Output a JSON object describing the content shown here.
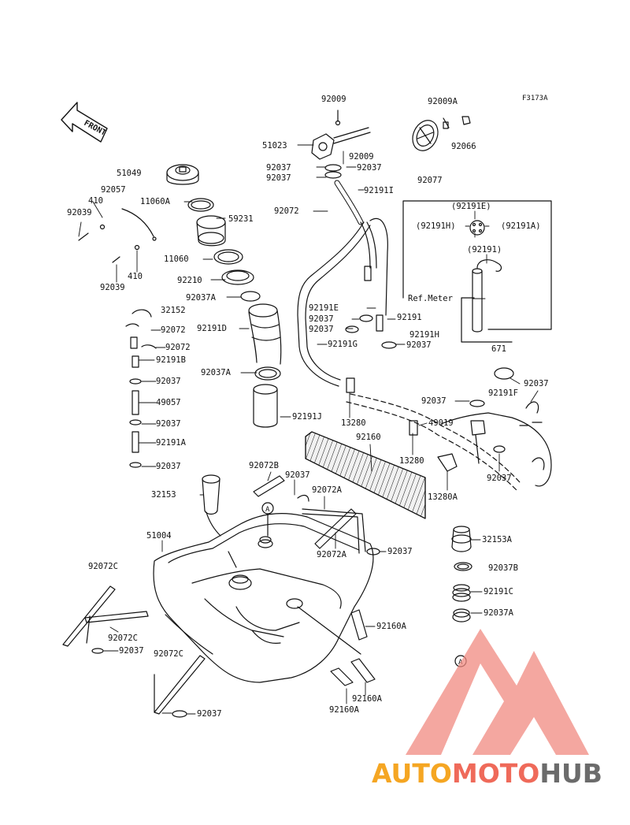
{
  "figure_code": "F3173A",
  "front_label": "FRONT",
  "ref_meter": "Ref.Meter",
  "circle_ref": "A",
  "parts": [
    {
      "id": "p01",
      "text": "92009"
    },
    {
      "id": "p02",
      "text": "92009A"
    },
    {
      "id": "p03",
      "text": "51023"
    },
    {
      "id": "p04",
      "text": "92066"
    },
    {
      "id": "p05",
      "text": "92009"
    },
    {
      "id": "p06",
      "text": "92037"
    },
    {
      "id": "p07",
      "text": "92037"
    },
    {
      "id": "p08",
      "text": "92037"
    },
    {
      "id": "p09",
      "text": "92077"
    },
    {
      "id": "p10",
      "text": "51049"
    },
    {
      "id": "p11",
      "text": "92057"
    },
    {
      "id": "p12",
      "text": "410"
    },
    {
      "id": "p13",
      "text": "92039"
    },
    {
      "id": "p14",
      "text": "11060A"
    },
    {
      "id": "p15",
      "text": "92191I"
    },
    {
      "id": "p16",
      "text": "92072"
    },
    {
      "id": "p17",
      "text": "59231"
    },
    {
      "id": "p18",
      "text": "(92191E)"
    },
    {
      "id": "p19",
      "text": "(92191H)"
    },
    {
      "id": "p20",
      "text": "(92191A)"
    },
    {
      "id": "p21",
      "text": "11060"
    },
    {
      "id": "p22",
      "text": "92039"
    },
    {
      "id": "p23",
      "text": "410"
    },
    {
      "id": "p24",
      "text": "92210"
    },
    {
      "id": "p25",
      "text": "(92191)"
    },
    {
      "id": "p26",
      "text": "92037A"
    },
    {
      "id": "p27",
      "text": "32152"
    },
    {
      "id": "p28",
      "text": "92191E"
    },
    {
      "id": "p29",
      "text": "92037"
    },
    {
      "id": "p30",
      "text": "92191"
    },
    {
      "id": "p31",
      "text": "92072"
    },
    {
      "id": "p32",
      "text": "92191D"
    },
    {
      "id": "p33",
      "text": "92037"
    },
    {
      "id": "p34",
      "text": "92191H"
    },
    {
      "id": "p35",
      "text": "92072"
    },
    {
      "id": "p36",
      "text": "92191G"
    },
    {
      "id": "p37",
      "text": "92037"
    },
    {
      "id": "p38",
      "text": "671"
    },
    {
      "id": "p39",
      "text": "92191B"
    },
    {
      "id": "p40",
      "text": "92037"
    },
    {
      "id": "p41",
      "text": "92037A"
    },
    {
      "id": "p42",
      "text": "92037"
    },
    {
      "id": "p43",
      "text": "92191F"
    },
    {
      "id": "p44",
      "text": "49057"
    },
    {
      "id": "p45",
      "text": "13280"
    },
    {
      "id": "p46",
      "text": "92037"
    },
    {
      "id": "p47",
      "text": "92191J"
    },
    {
      "id": "p48",
      "text": "49019"
    },
    {
      "id": "p49",
      "text": "92037"
    },
    {
      "id": "p50",
      "text": "92160"
    },
    {
      "id": "p51",
      "text": "92191A"
    },
    {
      "id": "p52",
      "text": "13280"
    },
    {
      "id": "p53",
      "text": "92037"
    },
    {
      "id": "p54",
      "text": "92072B"
    },
    {
      "id": "p55",
      "text": "92037"
    },
    {
      "id": "p56",
      "text": "92037"
    },
    {
      "id": "p57",
      "text": "13280A"
    },
    {
      "id": "p58",
      "text": "32153"
    },
    {
      "id": "p59",
      "text": "92072A"
    },
    {
      "id": "p60",
      "text": "51004"
    },
    {
      "id": "p61",
      "text": "32153A"
    },
    {
      "id": "p62",
      "text": "92072A"
    },
    {
      "id": "p63",
      "text": "92037"
    },
    {
      "id": "p64",
      "text": "92072C"
    },
    {
      "id": "p65",
      "text": "92037B"
    },
    {
      "id": "p66",
      "text": "92191C"
    },
    {
      "id": "p67",
      "text": "92037A"
    },
    {
      "id": "p68",
      "text": "92072C"
    },
    {
      "id": "p69",
      "text": "92160A"
    },
    {
      "id": "p70",
      "text": "92037"
    },
    {
      "id": "p71",
      "text": "92072C"
    },
    {
      "id": "p72",
      "text": "92037"
    },
    {
      "id": "p73",
      "text": "92160A"
    },
    {
      "id": "p74",
      "text": "92160A"
    }
  ],
  "watermark": {
    "part1": "AUTO",
    "part2": "MOTO",
    "part3": "HUB",
    "colors": {
      "auto": "#f5a623",
      "moto": "#ef6a5a",
      "hub": "#6b6b6b",
      "logo": "#f08a80"
    }
  },
  "colors": {
    "ink": "#111111",
    "background": "#ffffff"
  }
}
